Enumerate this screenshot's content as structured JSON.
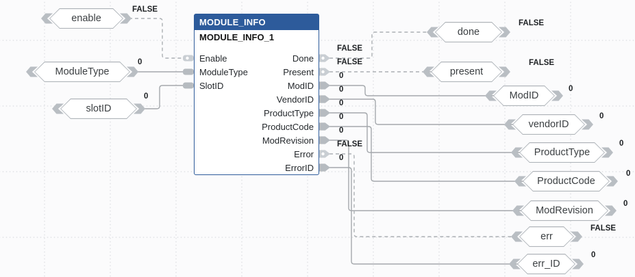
{
  "block": {
    "type_name": "MODULE_INFO",
    "instance_name": "MODULE_INFO_1",
    "input_pins": [
      {
        "label": "Enable"
      },
      {
        "label": "ModuleType"
      },
      {
        "label": "SlotID"
      }
    ],
    "output_pins": [
      {
        "label": "Done",
        "value": "FALSE"
      },
      {
        "label": "Present",
        "value": "FALSE"
      },
      {
        "label": "ModID",
        "value": "0"
      },
      {
        "label": "VendorID",
        "value": "0"
      },
      {
        "label": "ProductType",
        "value": "0"
      },
      {
        "label": "ProductCode",
        "value": "0"
      },
      {
        "label": "ModRevision",
        "value": "0"
      },
      {
        "label": "Error",
        "value": "FALSE"
      },
      {
        "label": "ErrorID",
        "value": "0"
      }
    ]
  },
  "input_tags": [
    {
      "name": "enable",
      "value": "FALSE"
    },
    {
      "name": "ModuleType",
      "value": "0"
    },
    {
      "name": "slotID",
      "value": "0"
    }
  ],
  "output_tags": [
    {
      "name": "done",
      "value": "FALSE"
    },
    {
      "name": "present",
      "value": "FALSE"
    },
    {
      "name": "ModID",
      "value": "0"
    },
    {
      "name": "vendorID",
      "value": "0"
    },
    {
      "name": "ProductType",
      "value": "0"
    },
    {
      "name": "ProductCode",
      "value": "0"
    },
    {
      "name": "ModRevision",
      "value": "0"
    },
    {
      "name": "err",
      "value": "FALSE"
    },
    {
      "name": "err_ID",
      "value": "0"
    }
  ],
  "colors": {
    "block_header": "#2d5b9b",
    "block_border": "#2d5b9b",
    "wire": "#a4a8ac",
    "connector_fill": "#b6bbc0",
    "bool_connector_fill": "#c9ced3",
    "background": "#fbfbfc"
  }
}
